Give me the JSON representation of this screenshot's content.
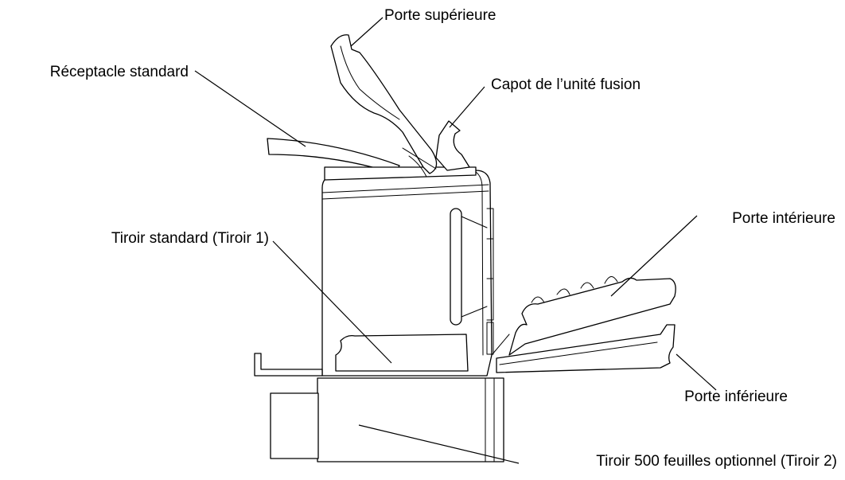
{
  "diagram": {
    "labels": {
      "top_door": "Porte supérieure",
      "standard_output_tray": "Réceptacle standard",
      "fuser_cover": "Capot de l’unité fusion",
      "inner_door": "Porte intérieure",
      "standard_tray": "Tiroir standard (Tiroir 1)",
      "lower_door": "Porte inférieure",
      "optional_tray": "Tiroir 500 feuilles optionnel (Tiroir 2)"
    }
  }
}
